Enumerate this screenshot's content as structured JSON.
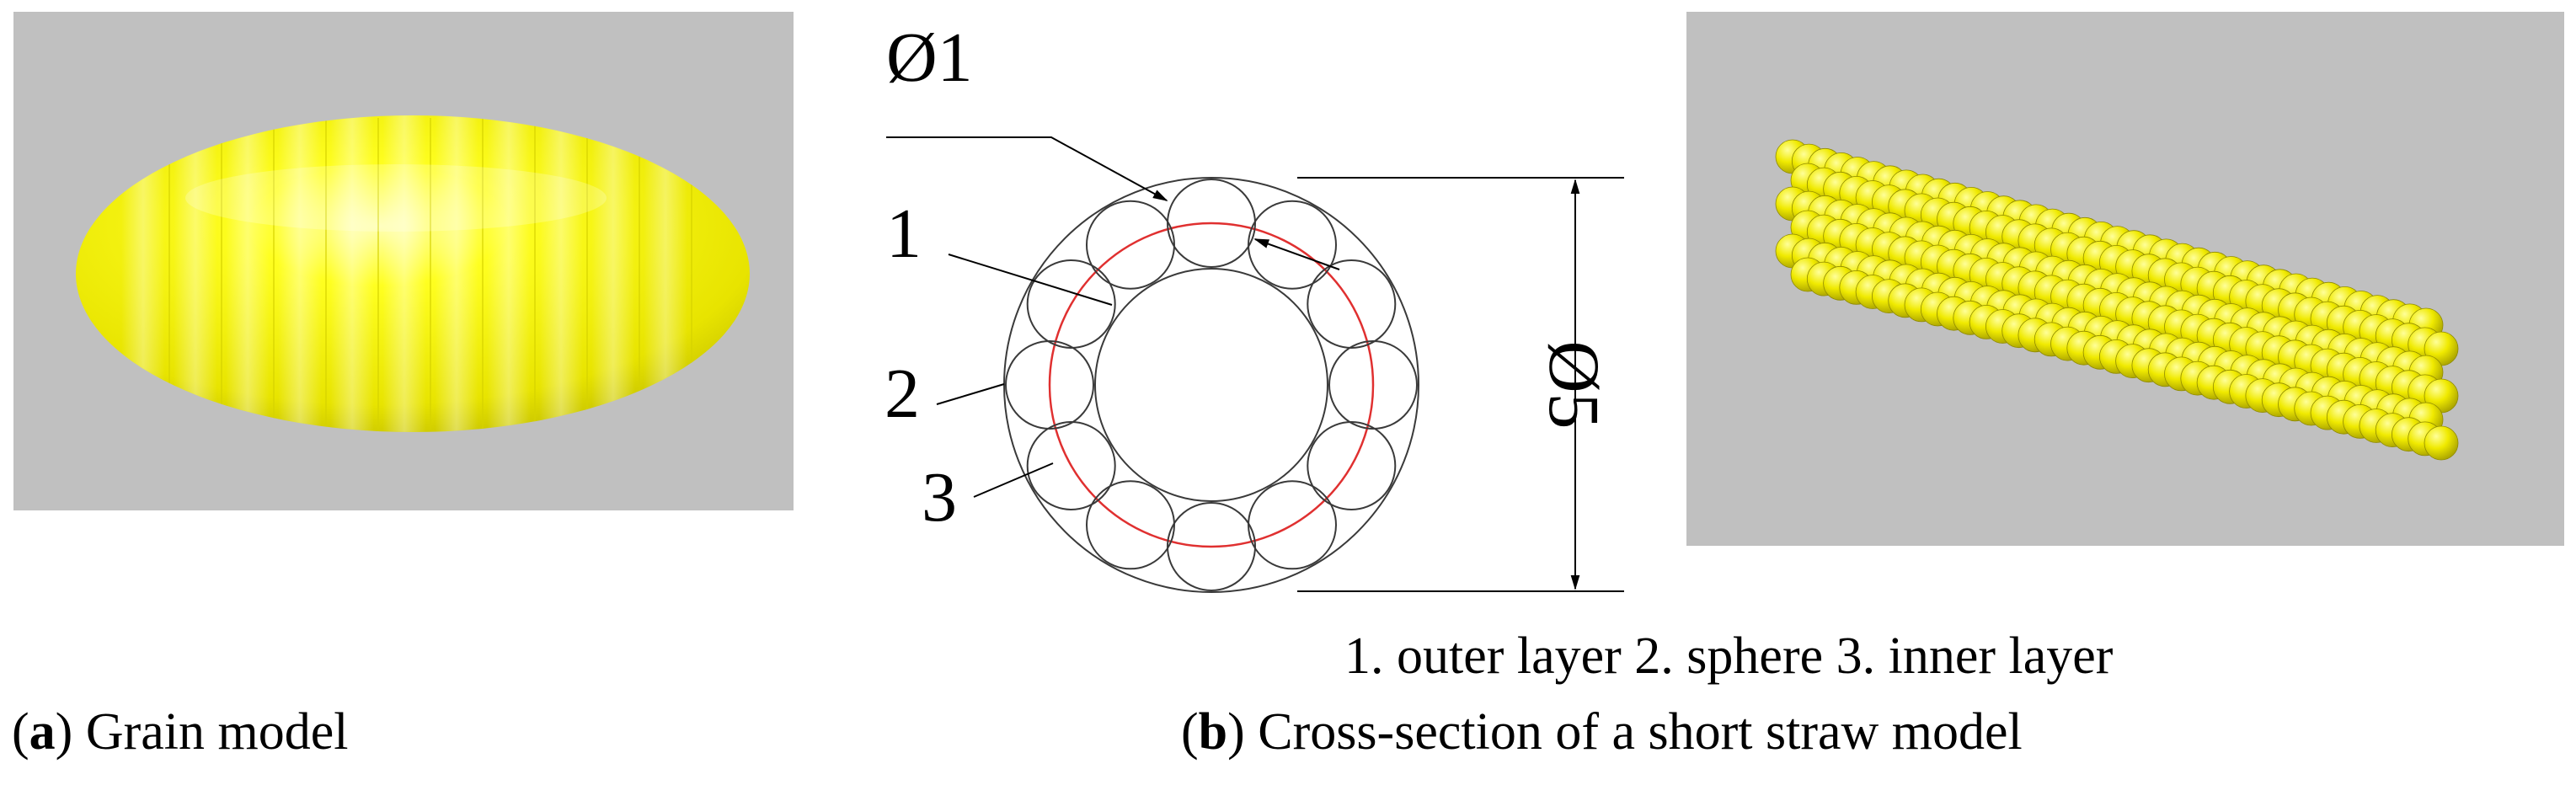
{
  "colors": {
    "panel_bg": "#c0c0c0",
    "grain_yellow": "#f2f000",
    "grain_shadow": "#c8c400",
    "outline": "#3a3a3a",
    "middle_circle": "#e03030"
  },
  "panel_a": {
    "letter": "a",
    "caption": "Grain model"
  },
  "panel_b": {
    "letter": "b",
    "caption": "Cross-section of a short straw model",
    "small_dim": "Ø1",
    "large_dim": "Ø5",
    "callout_outer": "1",
    "callout_sphere": "2",
    "callout_inner": "3",
    "legend": "1. outer layer 2. sphere 3. inner layer"
  },
  "panel_c": {
    "icon": "straw-particle-model"
  }
}
